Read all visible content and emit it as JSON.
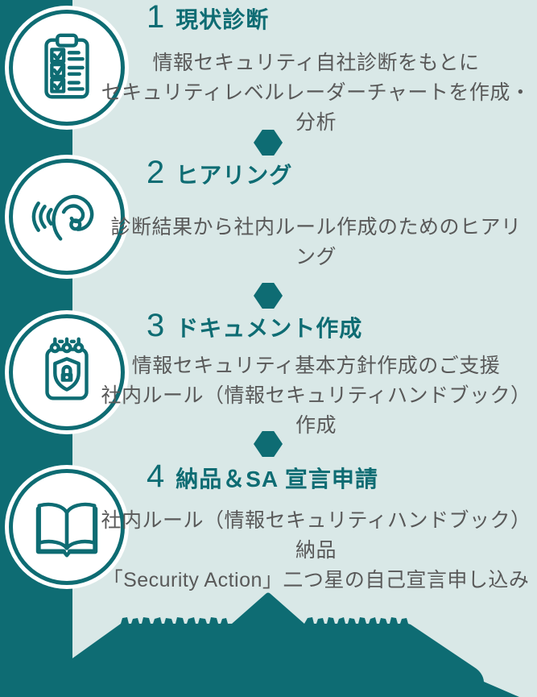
{
  "meta": {
    "description": "4-step information security consulting process infographic (Japanese)",
    "colors": {
      "accent_teal": "#0E6C73",
      "background": "#D9E8E7",
      "body_text": "#595959",
      "circle_fill": "#FFFFFF"
    }
  },
  "steps": [
    {
      "number": "1",
      "title": "現状診断",
      "lines": [
        "情報セキュリティ自社診断をもとに",
        "セキュリティレベルレーダーチャートを作成・分析"
      ],
      "icon": "clipboard-checklist-icon"
    },
    {
      "number": "2",
      "title": "ヒアリング",
      "lines": [
        "診断結果から社内ルール作成のためのヒアリング"
      ],
      "icon": "ear-listening-icon"
    },
    {
      "number": "3",
      "title": "ドキュメント作成",
      "lines": [
        "情報セキュリティ基本方針作成のご支援",
        "社内ルール（情報セキュリティハンドブック）作成"
      ],
      "icon": "notepad-shield-lock-icon"
    },
    {
      "number": "4",
      "title": "納品＆SA 宣言申請",
      "lines": [
        "社内ルール（情報セキュリティハンドブック）納品",
        "「Security Action」二つ星の自己宣言申し込み"
      ],
      "icon": "open-book-icon"
    }
  ]
}
